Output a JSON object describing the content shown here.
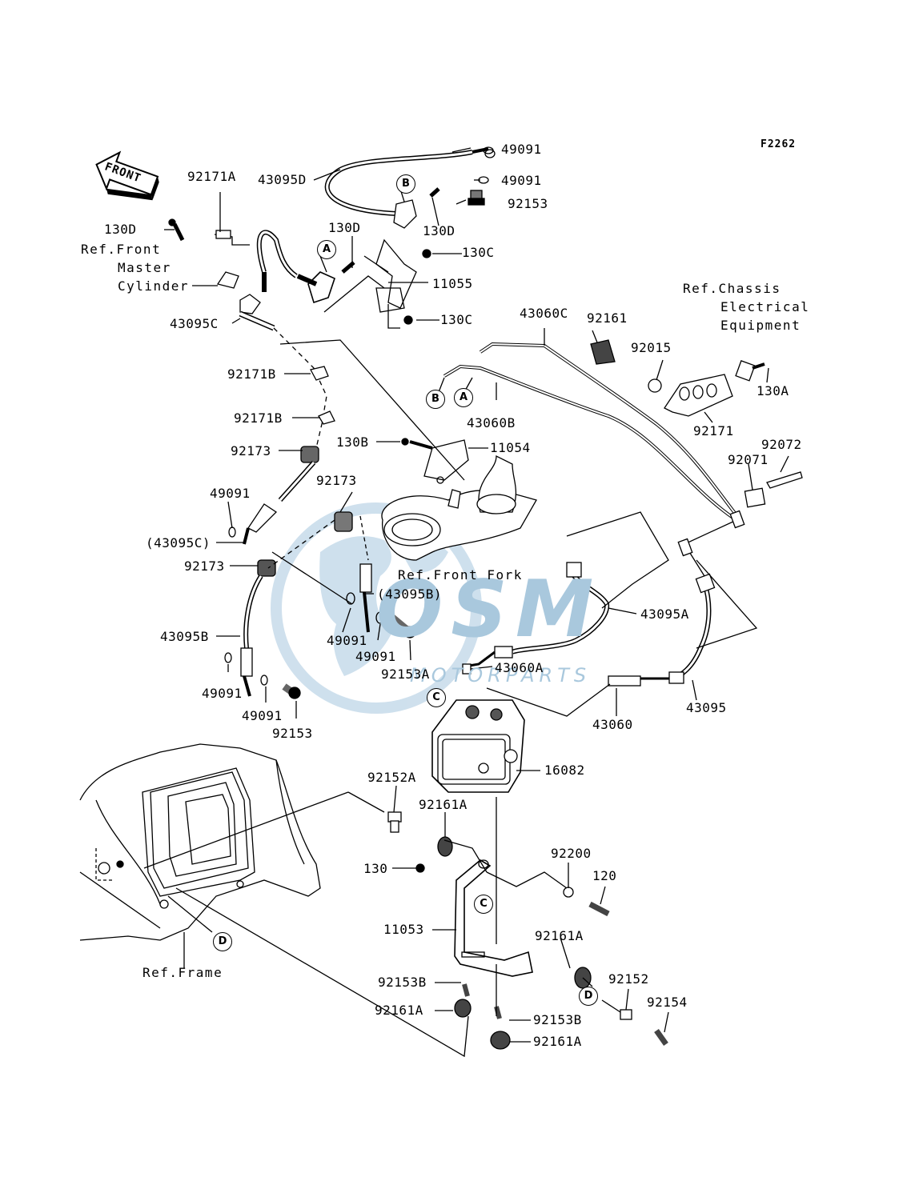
{
  "figure_code": "F2262",
  "front_arrow": "FRONT",
  "watermark": {
    "big": "OSM",
    "small": "MOTORPARTS"
  },
  "labels": {
    "p49091_a": "49091",
    "p49091_b": "49091",
    "p92153_a": "92153",
    "p43095D": "43095D",
    "p130D_a": "130D",
    "p130D_b": "130D",
    "p130D_c": "130D",
    "p92171A": "92171A",
    "p130C_a": "130C",
    "p130C_b": "130C",
    "p11055": "11055",
    "p43095C": "43095C",
    "p92171B_a": "92171B",
    "p92171B_b": "92171B",
    "p92173_a": "92173",
    "p92173_b": "92173",
    "p92173_c": "92173",
    "p49091_c": "49091",
    "p43095C_paren": "(43095C)",
    "p43095B": "43095B",
    "p43095B_paren": "(43095B)",
    "p49091_d": "49091",
    "p49091_e": "49091",
    "p49091_f": "49091",
    "p49091_g": "49091",
    "p92153_b": "92153",
    "p92153A": "92153A",
    "p130B": "130B",
    "p11054": "11054",
    "p43060C": "43060C",
    "p43060B": "43060B",
    "p92161": "92161",
    "p92015": "92015",
    "p130A": "130A",
    "p92171": "92171",
    "p92072": "92072",
    "p92071": "92071",
    "p43095A": "43095A",
    "p43060A": "43060A",
    "p43060": "43060",
    "p43095": "43095",
    "p16082": "16082",
    "p92152A": "92152A",
    "p92161A_a": "92161A",
    "p92200": "92200",
    "p130": "130",
    "p120": "120",
    "p11053": "11053",
    "p92161A_b": "92161A",
    "p92152": "92152",
    "p92154": "92154",
    "p92153B_a": "92153B",
    "p92153B_b": "92153B",
    "p92161A_c": "92161A",
    "p92161A_d": "92161A"
  },
  "refs": {
    "front_master_1": "Ref.Front",
    "front_master_2": "Master",
    "front_master_3": "Cylinder",
    "chassis_1": "Ref.Chassis",
    "chassis_2": "Electrical",
    "chassis_3": "Equipment",
    "front_fork": "Ref.Front Fork",
    "frame": "Ref.Frame"
  },
  "callouts": {
    "A": "A",
    "B": "B",
    "C": "C",
    "D": "D"
  }
}
